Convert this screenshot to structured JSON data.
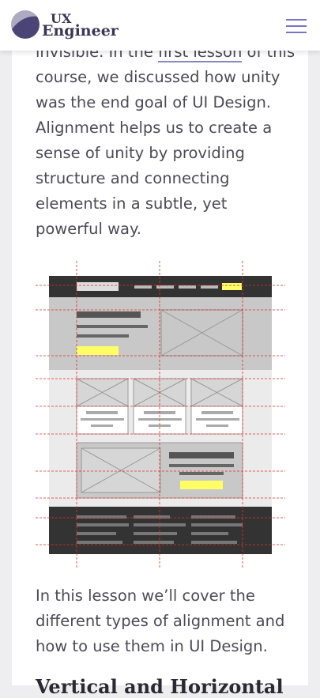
{
  "header": {
    "logo_line1": "UX",
    "logo_line2": "Engineer",
    "menu_icon": "hamburger-menu-icon",
    "accent_color": "#7b74c2",
    "logo_color": "#4b4477"
  },
  "article": {
    "para1": {
      "l1_before": "invisible. In the ",
      "l1_link": "first lesson",
      "l1_after": " of this",
      "l2": "course, we discussed how unity",
      "l3": "was the end goal of UI Design.",
      "l4": "Alignment helps us to create a",
      "l5": "sense of unity by providing",
      "l6": "structure and connecting",
      "l7": "elements in a subtle, yet",
      "l8": "powerful way."
    },
    "illustration_icon": "alignment-grid-wireframe-illustration",
    "para2": {
      "l1": "In this lesson we’ll cover the",
      "l2": "different types of alignment and",
      "l3": "how to use them in UI Design."
    },
    "next_heading": "Vertical and Horizontal"
  },
  "colors": {
    "text": "#4c4a55",
    "guide_line": "#e0302a",
    "wire_dark": "#333333",
    "wire_highlight": "#ffff66"
  }
}
